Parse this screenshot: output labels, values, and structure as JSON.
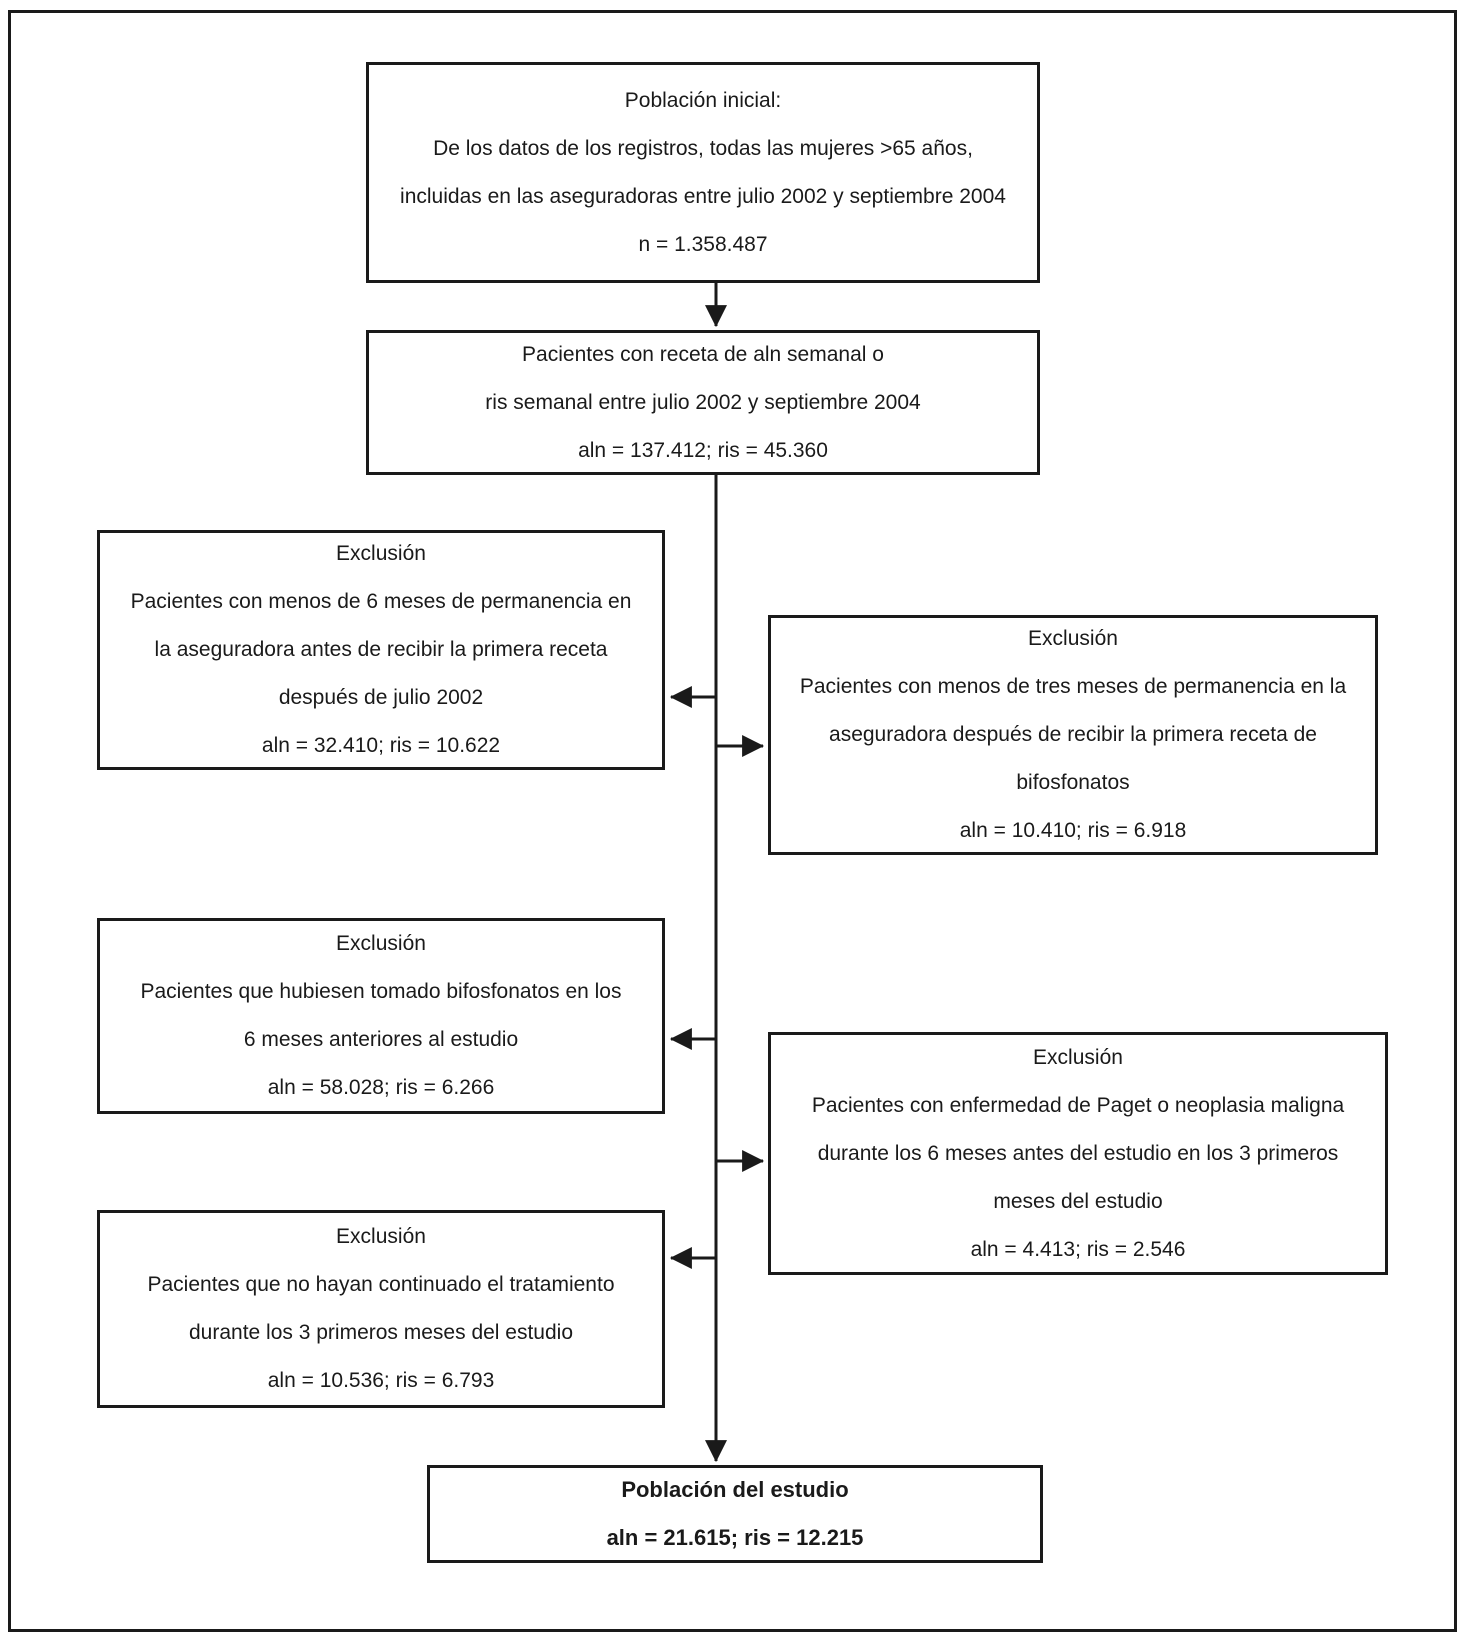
{
  "page": {
    "background_color": "#ffffff",
    "line_color": "#1a1a1a",
    "text_color": "#1a1a1a"
  },
  "flowchart": {
    "initial_population": {
      "lines": [
        "Población inicial:",
        "De los datos de los registros, todas las mujeres >65 años,",
        "incluidas en las aseguradoras entre julio 2002 y septiembre 2004",
        "n = 1.358.487"
      ]
    },
    "prescription": {
      "lines": [
        "Pacientes con receta de aln semanal o",
        "ris semanal entre julio 2002 y septiembre 2004",
        "aln = 137.412; ris = 45.360"
      ]
    },
    "exclusion_permanence_before": {
      "lines": [
        "Exclusión",
        "Pacientes con menos de 6 meses de permanencia en",
        "la aseguradora antes de recibir la primera receta",
        "después de julio 2002",
        "aln = 32.410; ris = 10.622"
      ]
    },
    "exclusion_permanence_after": {
      "lines": [
        "Exclusión",
        "Pacientes con menos de tres meses de permanencia en la",
        "aseguradora después de recibir la primera receta de",
        "bifosfonatos",
        "aln = 10.410; ris = 6.918"
      ]
    },
    "exclusion_prior_bisphosphonates": {
      "lines": [
        "Exclusión",
        "Pacientes que hubiesen tomado bifosfonatos en los",
        "6 meses anteriores al estudio",
        "aln = 58.028; ris = 6.266"
      ]
    },
    "exclusion_paget_neoplasia": {
      "lines": [
        "Exclusión",
        "Pacientes con enfermedad de Paget o neoplasia maligna",
        "durante los 6 meses antes del estudio en los 3 primeros",
        "meses del estudio",
        "aln = 4.413; ris = 2.546"
      ]
    },
    "exclusion_treatment_discontinued": {
      "lines": [
        "Exclusión",
        "Pacientes que no hayan continuado el tratamiento",
        "durante los 3 primeros meses del estudio",
        "aln = 10.536; ris = 6.793"
      ]
    },
    "study_population": {
      "lines": [
        "Población del estudio",
        "aln = 21.615; ris = 12.215"
      ]
    }
  }
}
